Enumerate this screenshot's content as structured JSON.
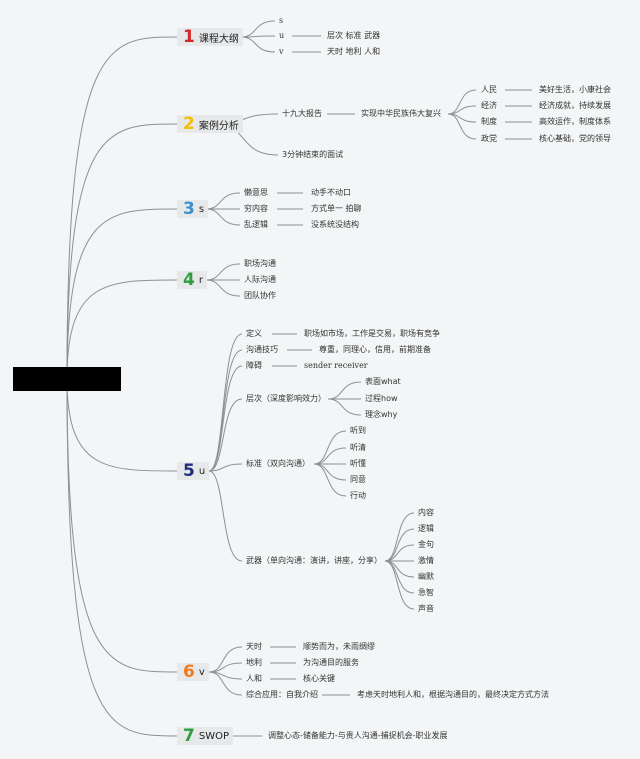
{
  "colors": {
    "line": "#8c9196",
    "background": "#f3f5f6",
    "num1": "#d62728",
    "num2": "#f2c200",
    "num3": "#3a92c9",
    "num4": "#2e9e3e",
    "num5": "#1f2d7a",
    "num6": "#f07a1a",
    "num7": "#2e9e3e"
  },
  "topics": [
    {
      "num": "1",
      "label": "课程大纲",
      "children": [
        {
          "label": "s"
        },
        {
          "label": "u",
          "children": [
            {
              "label": "层次 标准 武器"
            }
          ]
        },
        {
          "label": "v",
          "children": [
            {
              "label": "天时 地利 人和"
            }
          ]
        }
      ]
    },
    {
      "num": "2",
      "label": "案例分析",
      "children": [
        {
          "label": "十九大报告",
          "children": [
            {
              "label": "实现中华民族伟大复兴",
              "children": [
                {
                  "label": "人民",
                  "children": [
                    {
                      "label": "美好生活，小康社会"
                    }
                  ]
                },
                {
                  "label": "经济",
                  "children": [
                    {
                      "label": "经济成就，持续发展"
                    }
                  ]
                },
                {
                  "label": "制度",
                  "children": [
                    {
                      "label": "高效运作，制度体系"
                    }
                  ]
                },
                {
                  "label": "政党",
                  "children": [
                    {
                      "label": "核心基础，党的领导"
                    }
                  ]
                }
              ]
            }
          ]
        },
        {
          "label": "3分钟结束的面试"
        }
      ]
    },
    {
      "num": "3",
      "label": "s",
      "children": [
        {
          "label": "懒意思",
          "children": [
            {
              "label": "动手不动口"
            }
          ]
        },
        {
          "label": "穷内容",
          "children": [
            {
              "label": "方式单一 拍聊"
            }
          ]
        },
        {
          "label": "乱逻辑",
          "children": [
            {
              "label": "没系统没结构"
            }
          ]
        }
      ]
    },
    {
      "num": "4",
      "label": "r",
      "children": [
        {
          "label": "职场沟通"
        },
        {
          "label": "人际沟通"
        },
        {
          "label": "团队协作"
        }
      ]
    },
    {
      "num": "5",
      "label": "u",
      "children": [
        {
          "label": "定义",
          "children": [
            {
              "label": "职场如市场，工作是交易，职场有竞争"
            }
          ]
        },
        {
          "label": "沟通技巧",
          "children": [
            {
              "label": "尊重，同理心，信用，前期准备"
            }
          ]
        },
        {
          "label": "障碍",
          "children": [
            {
              "label": "sender receiver"
            }
          ]
        },
        {
          "label": "层次（深度影响效力）",
          "children": [
            {
              "label": "表面what"
            },
            {
              "label": "过程how"
            },
            {
              "label": "理念why"
            }
          ]
        },
        {
          "label": "标准（双向沟通）",
          "children": [
            {
              "label": "听到"
            },
            {
              "label": "听清"
            },
            {
              "label": "听懂"
            },
            {
              "label": "同意"
            },
            {
              "label": "行动"
            }
          ]
        },
        {
          "label": "武器（单向沟通：演讲，讲座，分享）",
          "children": [
            {
              "label": "内容"
            },
            {
              "label": "逻辑"
            },
            {
              "label": "金句"
            },
            {
              "label": "激情"
            },
            {
              "label": "幽默"
            },
            {
              "label": "急智"
            },
            {
              "label": "声音"
            }
          ]
        }
      ]
    },
    {
      "num": "6",
      "label": "v",
      "children": [
        {
          "label": "天时",
          "children": [
            {
              "label": "顺势而为，未雨绸缪"
            }
          ]
        },
        {
          "label": "地利",
          "children": [
            {
              "label": "为沟通目的服务"
            }
          ]
        },
        {
          "label": "人和",
          "children": [
            {
              "label": "核心关键"
            }
          ]
        },
        {
          "label": "综合应用：自我介绍",
          "children": [
            {
              "label": "考虑天时地利人和，根据沟通目的，最终决定方式方法"
            }
          ]
        }
      ]
    },
    {
      "num": "7",
      "label": "SWOP",
      "children": [
        {
          "label": "调整心态-储备能力-与贵人沟通-捕捉机会-职业发展"
        }
      ]
    }
  ]
}
